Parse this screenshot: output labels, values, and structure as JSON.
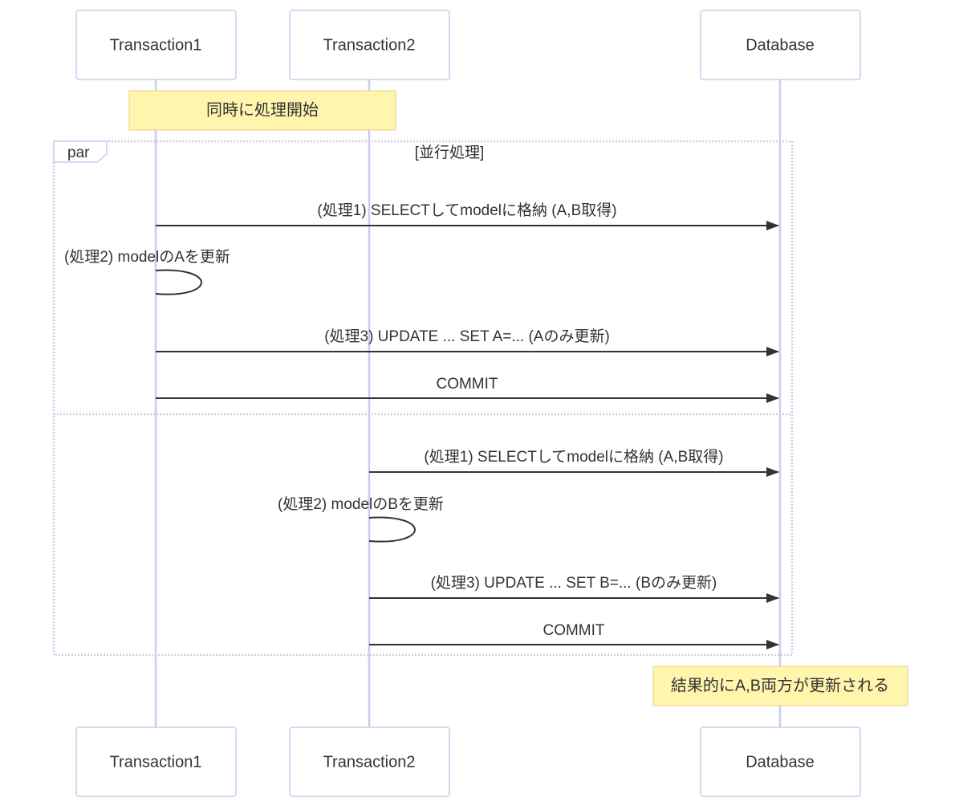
{
  "diagram": {
    "type": "sequence",
    "participants": [
      {
        "id": "t1",
        "label": "Transaction1"
      },
      {
        "id": "t2",
        "label": "Transaction2"
      },
      {
        "id": "db",
        "label": "Database"
      }
    ],
    "notes": [
      {
        "text": "同時に処理開始",
        "over": [
          "t1",
          "t2"
        ]
      },
      {
        "text": "結果的にA,B両方が更新される",
        "over": [
          "db"
        ]
      }
    ],
    "par_block": {
      "keyword": "par",
      "title": "[並行処理]"
    },
    "messages": [
      {
        "from": "t1",
        "to": "db",
        "text": "(処理1) SELECTしてmodelに格納 (A,B取得)"
      },
      {
        "from": "t1",
        "to": "t1",
        "text": "(処理2) modelのAを更新"
      },
      {
        "from": "t1",
        "to": "db",
        "text": "(処理3) UPDATE ... SET A=... (Aのみ更新)"
      },
      {
        "from": "t1",
        "to": "db",
        "text": "COMMIT"
      },
      {
        "from": "t2",
        "to": "db",
        "text": "(処理1) SELECTしてmodelに格納 (A,B取得)"
      },
      {
        "from": "t2",
        "to": "t2",
        "text": "(処理2) modelのBを更新"
      },
      {
        "from": "t2",
        "to": "db",
        "text": "(処理3) UPDATE ... SET B=... (Bのみ更新)"
      },
      {
        "from": "t2",
        "to": "db",
        "text": "COMMIT"
      }
    ]
  }
}
